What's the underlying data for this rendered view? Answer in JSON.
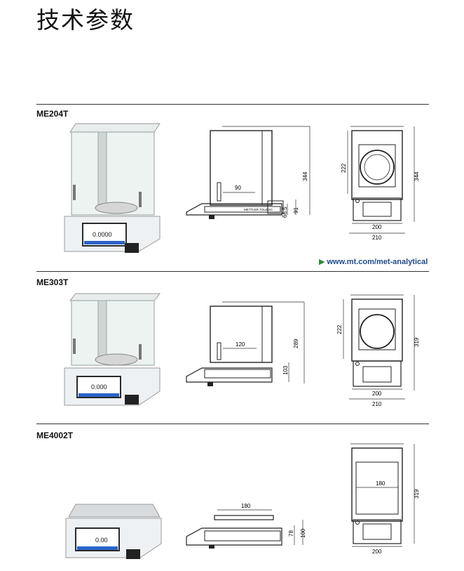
{
  "page": {
    "title": "技术参数"
  },
  "link": {
    "text": "www.mt.com/met-analytical"
  },
  "models": [
    {
      "name": "ME204T",
      "display": "0.0000",
      "side": {
        "inner_width": "90",
        "height": "344",
        "dim_a": "66.5",
        "dim_b": "91",
        "brand": "METTLER TOLEDO"
      },
      "front": {
        "width_inner": "200",
        "width_outer": "210",
        "height_left": "222",
        "height_right": "344"
      }
    },
    {
      "name": "ME303T",
      "display": "0.000",
      "side": {
        "inner_width": "120",
        "height": "289",
        "dim_b": "103"
      },
      "front": {
        "width_inner": "200",
        "width_outer": "210",
        "height_left": "222",
        "height_right": "319"
      }
    },
    {
      "name": "ME4002T",
      "display": "0.00",
      "side": {
        "inner_width": "180",
        "dim_a": "78",
        "dim_b": "100"
      },
      "front": {
        "pan": "180",
        "width": "200",
        "height_right": "319"
      }
    }
  ]
}
